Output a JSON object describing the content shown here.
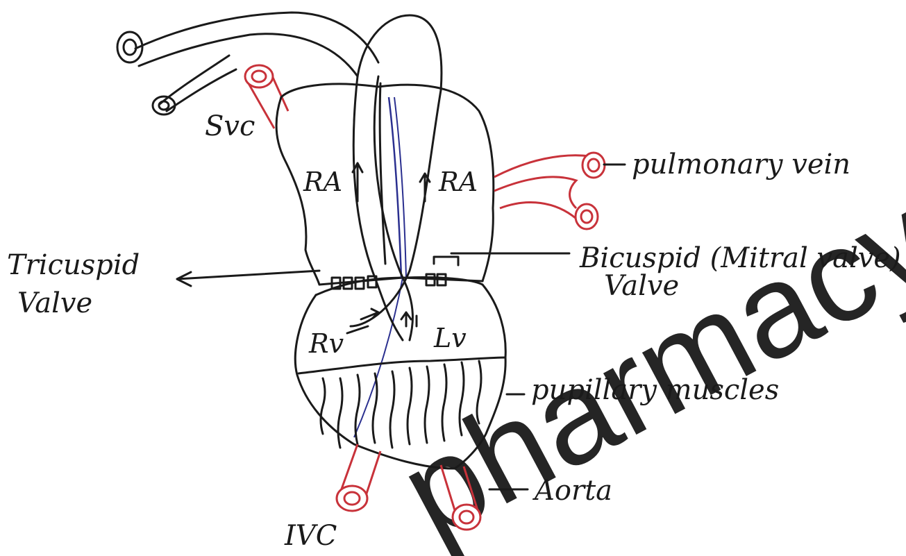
{
  "labels": {
    "svc": "Svc",
    "ra_left": "RA",
    "ra_right": "RA",
    "pulmonary_vein": "pulmonary vein",
    "tricuspid_line1": "Tricuspid",
    "tricuspid_line2": "Valve",
    "bicuspid_line1": "Bicuspid (Mitral valve)",
    "bicuspid_line2": "Valve",
    "rv": "Rv",
    "lv": "Lv",
    "papillary": "pupillary muscles",
    "aorta": "Aorta",
    "ivc": "IVC"
  },
  "watermark": "pharmacy",
  "colors": {
    "ink": "#1a1a1a",
    "vessel": "#c8323a",
    "septum": "#2a2f8f",
    "paper": "#ffffff"
  }
}
